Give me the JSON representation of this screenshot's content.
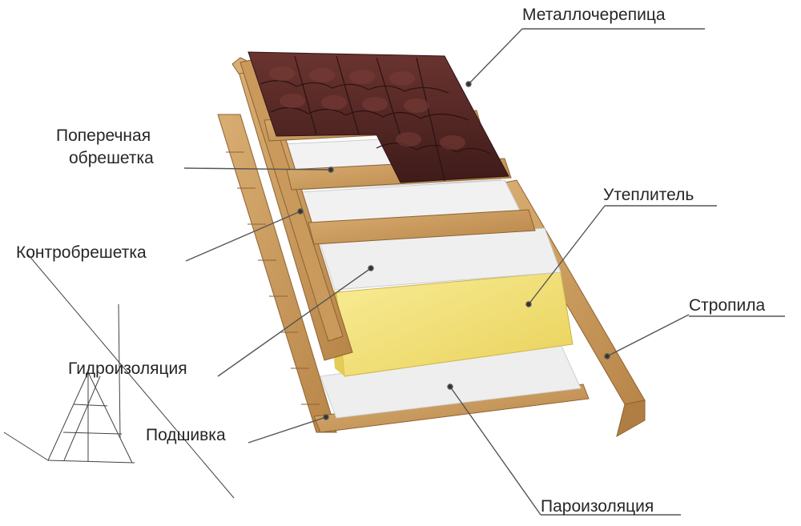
{
  "labels": {
    "metal_tile": "Металлочерепица",
    "cross_battens_line1": "Поперечная",
    "cross_battens_line2": "обрешетка",
    "counter_battens": "Контробрешетка",
    "insulation": "Утеплитель",
    "rafters": "Стропила",
    "waterproofing": "Гидроизоляция",
    "soffit": "Подшивка",
    "vapor_barrier": "Пароизоляция"
  },
  "colors": {
    "wood": "#c89a5c",
    "wood_dark": "#a6763d",
    "insulation": "#f3e27a",
    "membrane": "#ececec",
    "tile": "#5a2a26",
    "leader_line": "#555555",
    "text": "#262626"
  }
}
